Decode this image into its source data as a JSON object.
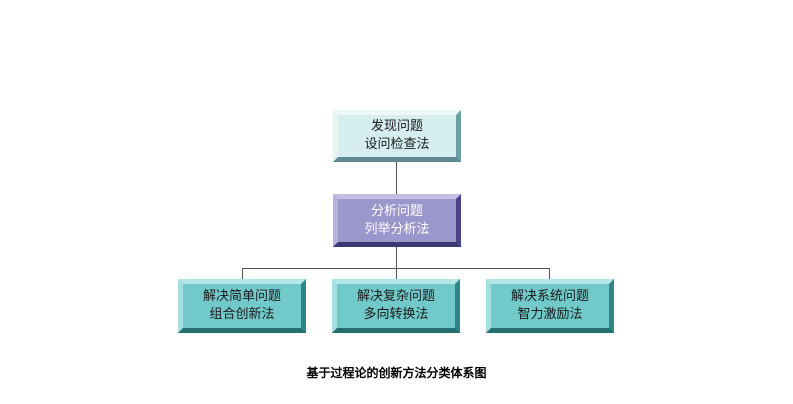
{
  "diagram": {
    "top": {
      "title": "发现问题",
      "method": "设问检查法"
    },
    "middle": {
      "title": "分析问题",
      "method": "列举分析法"
    },
    "bottom": [
      {
        "title": "解决简单问题",
        "method": "组合创新法"
      },
      {
        "title": "解决复杂问题",
        "method": "多向转换法"
      },
      {
        "title": "解决系统问题",
        "method": "智力激励法"
      }
    ],
    "caption": "基于过程论的创新方法分类体系图",
    "colors": {
      "top_fill": "#d6eef0",
      "middle_fill": "#9b96cc",
      "bottom_fill": "#72c9c9",
      "connector": "#555555"
    }
  }
}
